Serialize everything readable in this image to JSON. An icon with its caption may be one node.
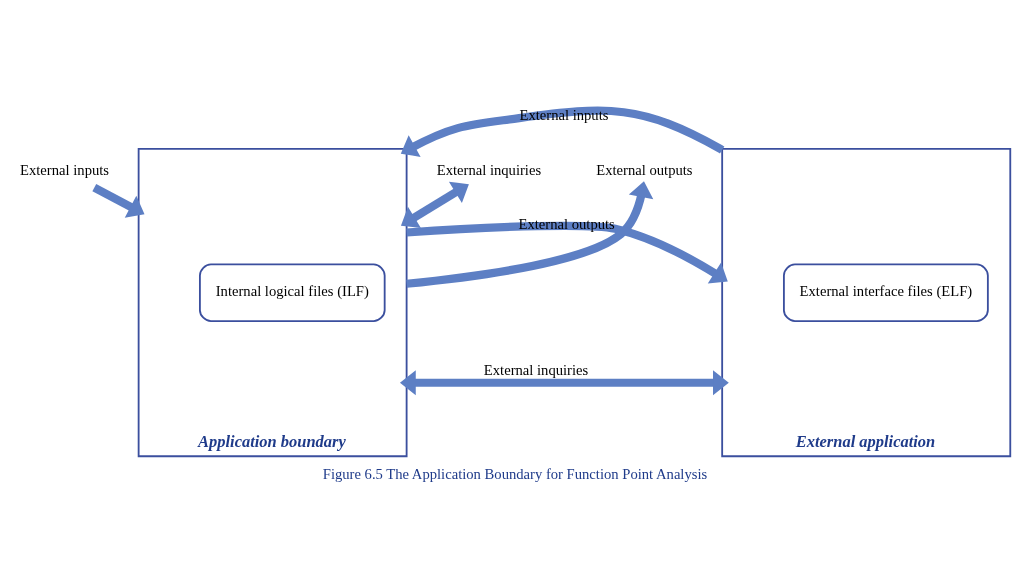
{
  "diagram": {
    "caption": "Figure 6.5 The Application Boundary for Function Point Analysis",
    "nodes": [
      {
        "text": [
          "External inputs"
        ]
      },
      {
        "text": [
          "External outputs"
        ]
      },
      {
        "text": [
          "External inquiries"
        ]
      },
      {
        "text": [
          "Application boundary"
        ]
      },
      {
        "text": [
          "Internal logical files (ILF)"
        ],
        "in": 3
      },
      {
        "text": [
          "External application"
        ]
      },
      {
        "text": [
          "External interface files (ELF)"
        ],
        "in": 5
      }
    ],
    "edges": [
      {
        "from": 0,
        "to": 3,
        "arrow": "to"
      },
      {
        "from": 3,
        "to": 1,
        "arrow": "to"
      },
      {
        "from": 2,
        "to": 3,
        "arrow": "both"
      },
      {
        "from": 5,
        "to": 3,
        "arrow": "to",
        "label": "External inputs"
      },
      {
        "from": 3,
        "to": 5,
        "arrow": "to",
        "label": "External outputs"
      },
      {
        "from": 3,
        "to": 5,
        "arrow": "both",
        "label": "External inquiries"
      }
    ]
  }
}
